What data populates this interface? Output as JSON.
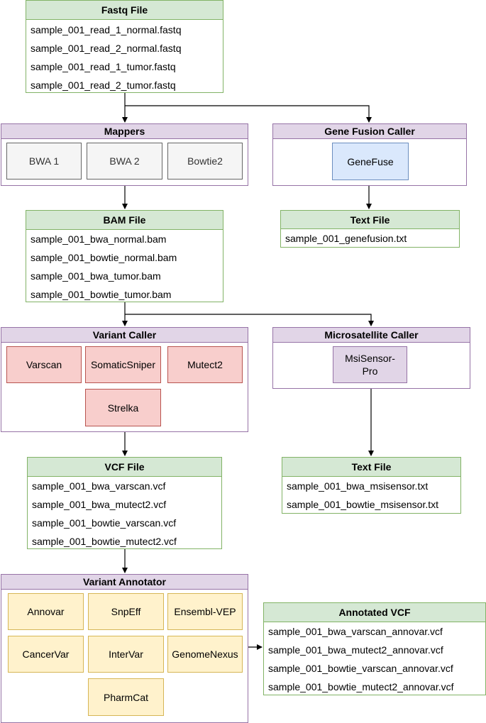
{
  "fastq": {
    "title": "Fastq File",
    "files": [
      "sample_001_read_1_normal.fastq",
      "sample_001_read_2_normal.fastq",
      "sample_001_read_1_tumor.fastq",
      "sample_001_read_2_tumor.fastq"
    ]
  },
  "mappers": {
    "title": "Mappers",
    "tools": [
      "BWA 1",
      "BWA 2",
      "Bowtie2"
    ]
  },
  "gene_fusion": {
    "title": "Gene Fusion Caller",
    "tools": [
      "GeneFuse"
    ]
  },
  "bam": {
    "title": "BAM File",
    "files": [
      "sample_001_bwa_normal.bam",
      "sample_001_bowtie_normal.bam",
      "sample_001_bwa_tumor.bam",
      "sample_001_bowtie_tumor.bam"
    ]
  },
  "fusion_text": {
    "title": "Text File",
    "files": [
      "sample_001_genefusion.txt"
    ]
  },
  "variant_caller": {
    "title": "Variant Caller",
    "tools": [
      "Varscan",
      "SomaticSniper",
      "Mutect2",
      "Strelka"
    ]
  },
  "microsatellite": {
    "title": "Microsatellite Caller",
    "tools": [
      "MsiSensor-\nPro"
    ]
  },
  "vcf": {
    "title": "VCF File",
    "files": [
      "sample_001_bwa_varscan.vcf",
      "sample_001_bwa_mutect2.vcf",
      "sample_001_bowtie_varscan.vcf",
      "sample_001_bowtie_mutect2.vcf"
    ]
  },
  "msi_text": {
    "title": "Text File",
    "files": [
      "sample_001_bwa_msisensor.txt",
      "sample_001_bowtie_msisensor.txt"
    ]
  },
  "annotator": {
    "title": "Variant Annotator",
    "tools": [
      "Annovar",
      "SnpEff",
      "Ensembl-VEP",
      "CancerVar",
      "InterVar",
      "GenomeNexus",
      "PharmCat"
    ]
  },
  "annotated": {
    "title": "Annotated VCF",
    "files": [
      "sample_001_bwa_varscan_annovar.vcf",
      "sample_001_bwa_mutect2_annovar.vcf",
      "sample_001_bowtie_varscan_annovar.vcf",
      "sample_001_bowtie_mutect2_annovar.vcf"
    ]
  },
  "colors": {
    "green_fill": "#d5e8d4",
    "green_border": "#82b366",
    "purple_fill": "#e1d5e7",
    "purple_border": "#9673a6",
    "gray_tool": "#f5f5f5",
    "blue_tool": "#dae8fc",
    "red_tool": "#f8cecc",
    "yellow_tool": "#fff2cc"
  }
}
